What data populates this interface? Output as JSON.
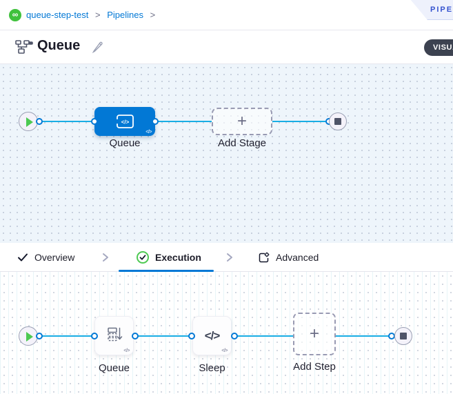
{
  "breadcrumb": {
    "project": "queue-step-test",
    "section": "Pipelines",
    "separator": ">"
  },
  "ribbon": {
    "label": "PIPELINE STUDIO"
  },
  "header": {
    "title": "Queue",
    "view_toggle": "VISUAL"
  },
  "stage_canvas": {
    "stage_label": "Queue",
    "add_stage_label": "Add Stage",
    "plus": "+",
    "code_badge": "</>"
  },
  "tabs": {
    "overview": "Overview",
    "execution": "Execution",
    "advanced": "Advanced"
  },
  "step_canvas": {
    "queue_label": "Queue",
    "sleep_label": "Sleep",
    "sleep_icon": "</>",
    "add_step_label": "Add Step",
    "plus": "+",
    "code_badge": "</>"
  },
  "icons": {
    "harness-logo": "∞",
    "play": "▶",
    "stop": "■",
    "check": "✓",
    "edit": "✎",
    "chevron": ">"
  },
  "colors": {
    "accent_blue": "#0278d5",
    "flow_line": "#18ade4",
    "success_green": "#4dc952",
    "stage_node": "#0278d5",
    "canvas_tint": "#eef5fb",
    "pill_dark": "#3c4250",
    "ribbon_text": "#3553cf"
  }
}
